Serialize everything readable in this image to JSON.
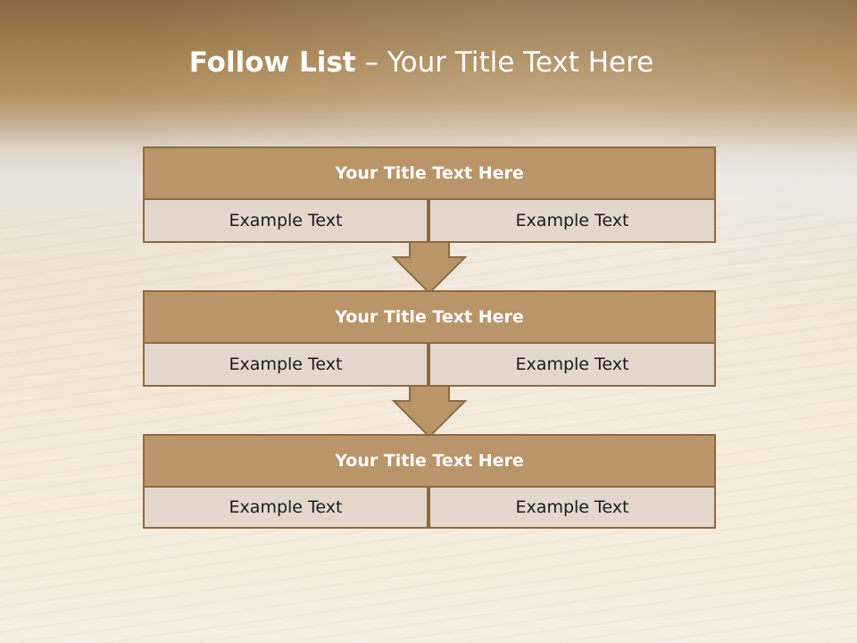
{
  "slide": {
    "title_bold": "Follow List",
    "title_rest": "– Your Title Text Here"
  },
  "blocks": [
    {
      "header": "Your Title Text Here",
      "left": "Example Text",
      "right": "Example Text"
    },
    {
      "header": "Your Title Text Here",
      "left": "Example Text",
      "right": "Example Text"
    },
    {
      "header": "Your Title Text Here",
      "left": "Example Text",
      "right": "Example Text"
    }
  ],
  "colors": {
    "header_fill": "#b99569",
    "border": "#8c6a43",
    "cell_fill": "#e3d8cb",
    "arrow_fill": "#b99569"
  },
  "icons": [
    "down-arrow-icon",
    "down-arrow-icon"
  ]
}
